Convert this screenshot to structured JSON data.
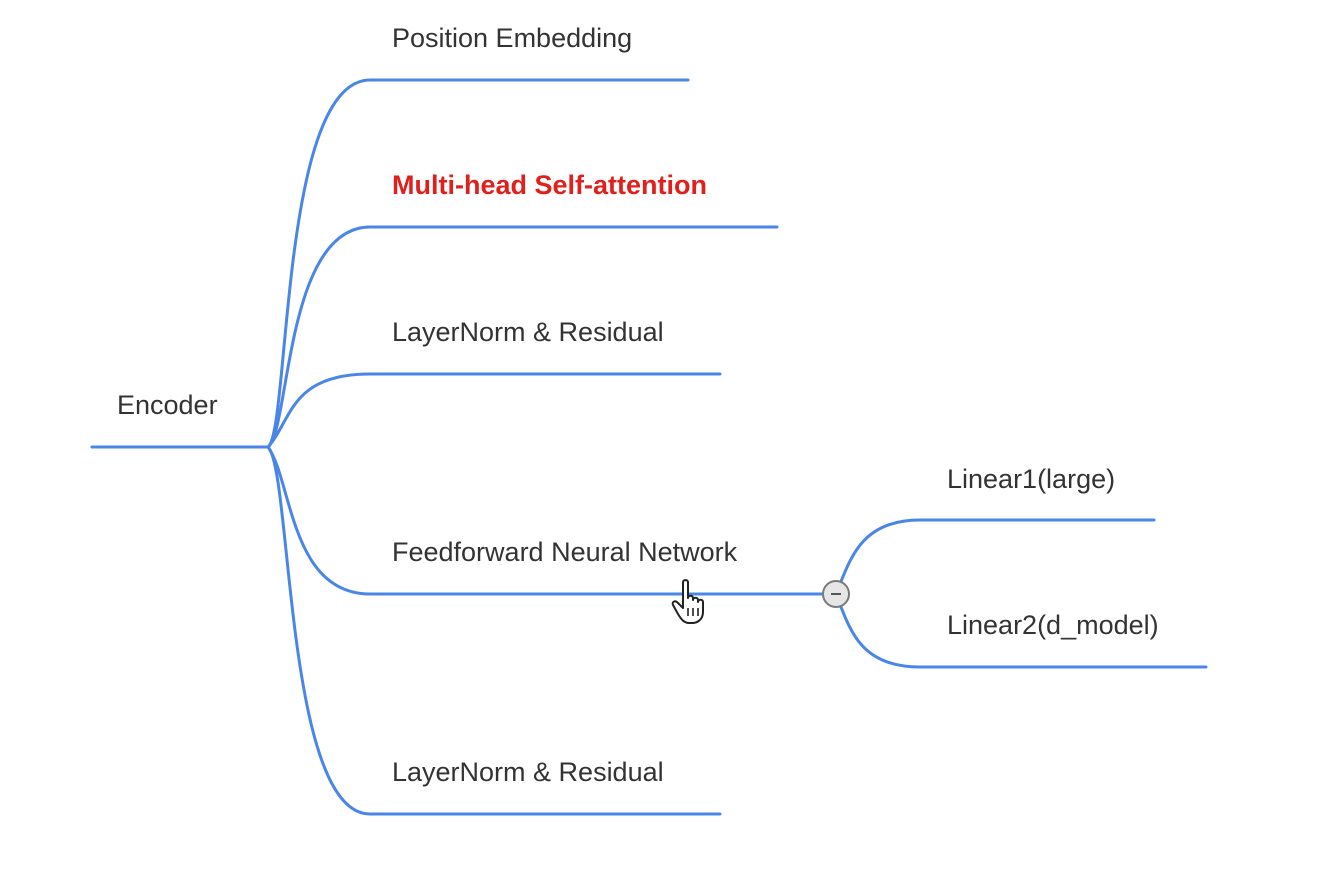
{
  "root": {
    "label": "Encoder"
  },
  "branches": [
    {
      "label": "Position Embedding",
      "highlighted": false
    },
    {
      "label": "Multi-head Self-attention",
      "highlighted": true
    },
    {
      "label": "LayerNorm & Residual",
      "highlighted": false
    },
    {
      "label": "Feedforward Neural Network",
      "highlighted": false,
      "children": [
        {
          "label": "Linear1(large)"
        },
        {
          "label": "Linear2(d_model)"
        }
      ]
    },
    {
      "label": "LayerNorm & Residual",
      "highlighted": false
    }
  ],
  "colors": {
    "connector": "#4a86e8",
    "text": "#333333",
    "highlight": "#e0201c",
    "background": "#ffffff"
  },
  "icons": {
    "collapse": "collapse-minus-icon",
    "cursor": "hand-pointer-icon"
  }
}
